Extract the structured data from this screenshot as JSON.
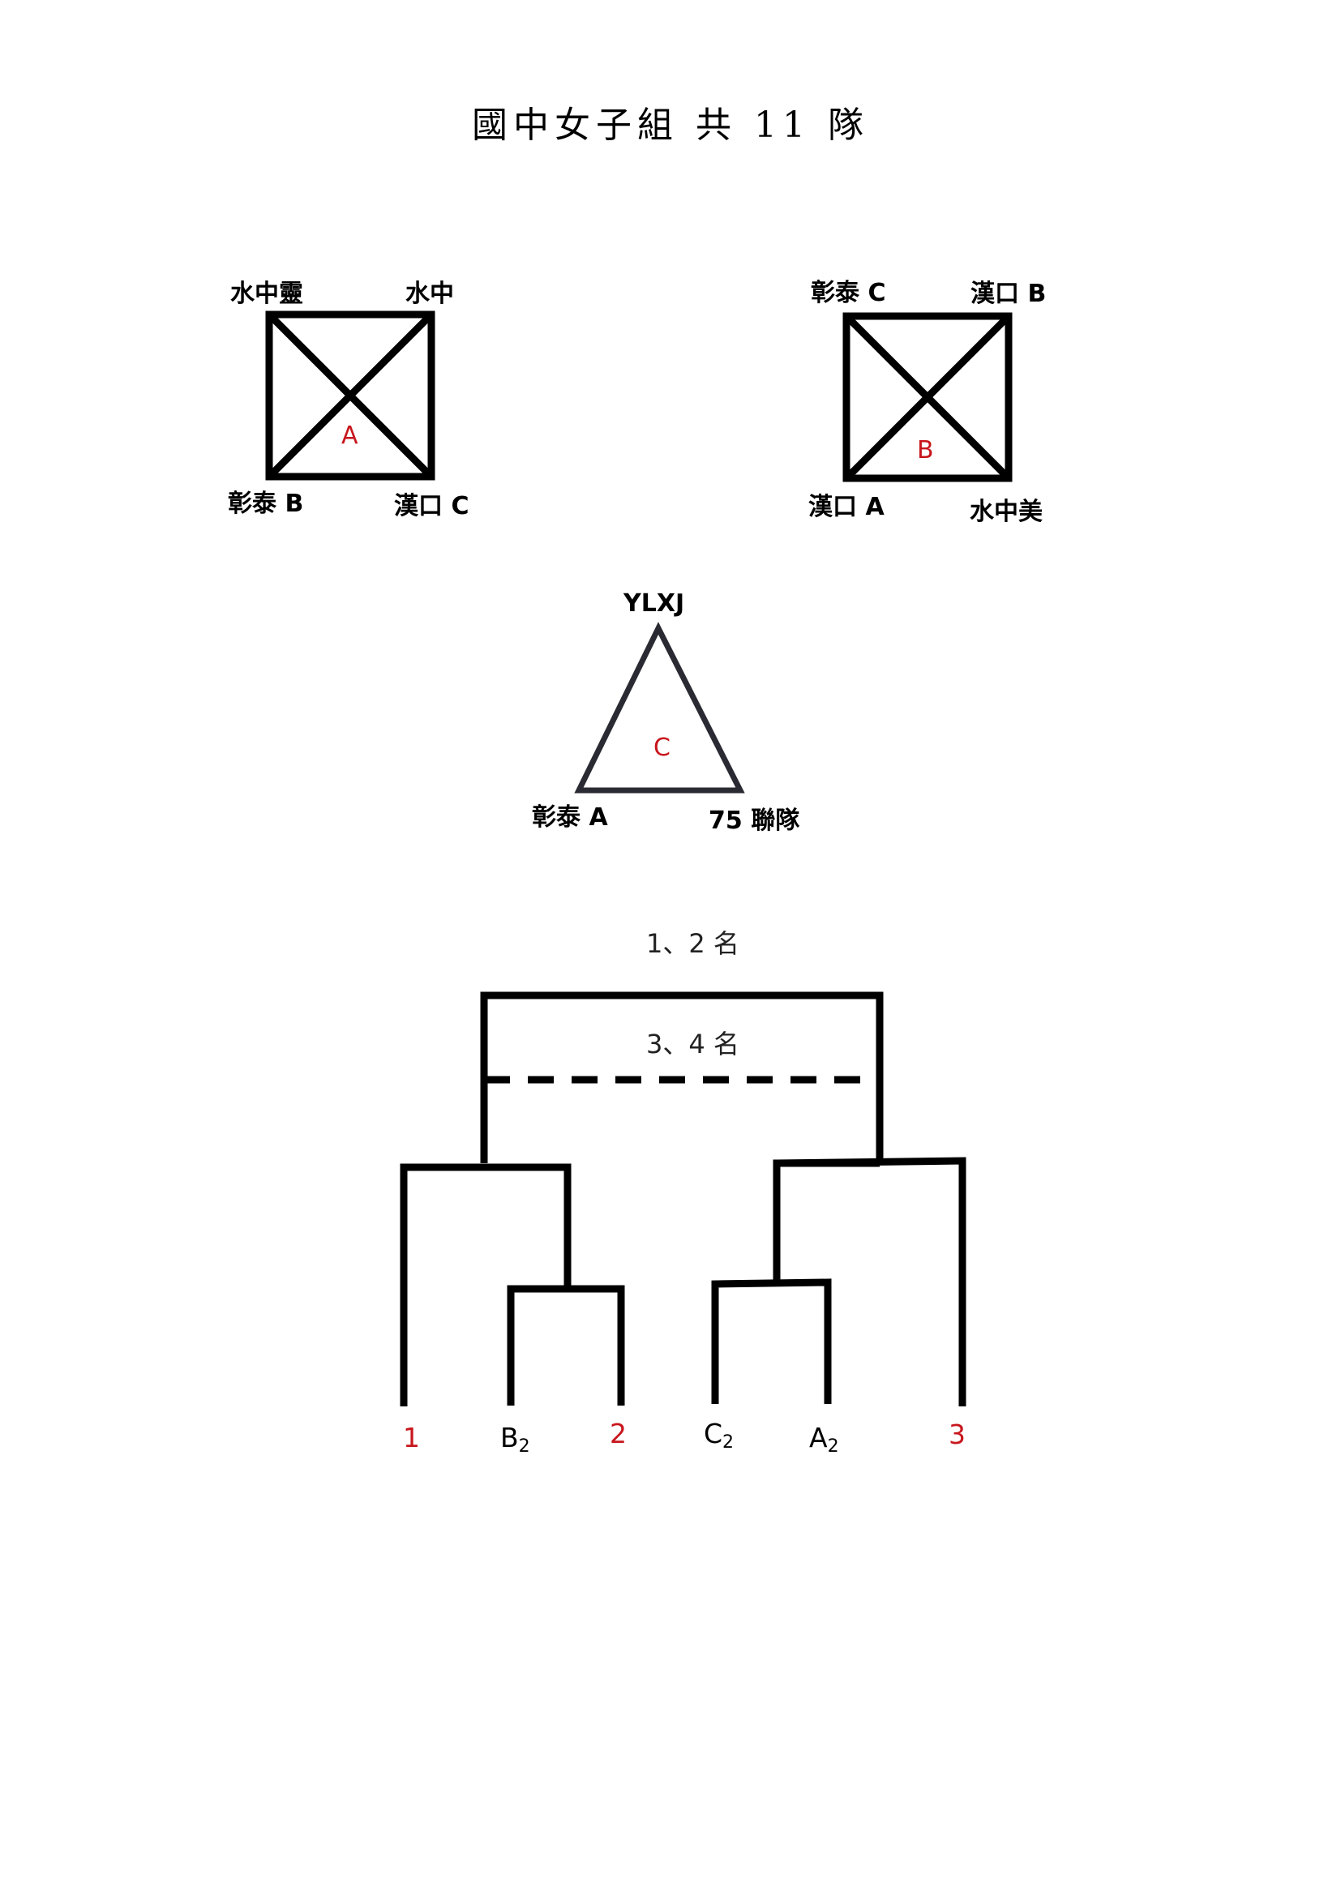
{
  "title": "國中女子組  共 11 隊",
  "group_a": {
    "label": "A",
    "teams": {
      "top_left": "水中靈",
      "top_right": "水中",
      "bottom_left": "彰泰 B",
      "bottom_right": "漢口 C"
    }
  },
  "group_b": {
    "label": "B",
    "teams": {
      "top_left": "彰泰 C",
      "top_right": "漢口 B",
      "bottom_left": "漢口 A",
      "bottom_right": "水中美"
    }
  },
  "group_c": {
    "label": "C",
    "teams": {
      "top": "YLXJ",
      "bottom_left": "彰泰 A",
      "bottom_right": "75 聯隊"
    }
  },
  "bracket": {
    "final_label": "1、2 名",
    "third_place_label": "3、4 名",
    "slots": [
      {
        "text": "1",
        "sub": "",
        "color": "red"
      },
      {
        "text": "B",
        "sub": "2",
        "color": "black"
      },
      {
        "text": "2",
        "sub": "",
        "color": "red"
      },
      {
        "text": "C",
        "sub": "2",
        "color": "black"
      },
      {
        "text": "A",
        "sub": "2",
        "color": "black"
      },
      {
        "text": "3",
        "sub": "",
        "color": "red"
      }
    ]
  },
  "colors": {
    "line": "#000000",
    "group_label": "#c8161d",
    "triangle": "#2a2a33"
  }
}
